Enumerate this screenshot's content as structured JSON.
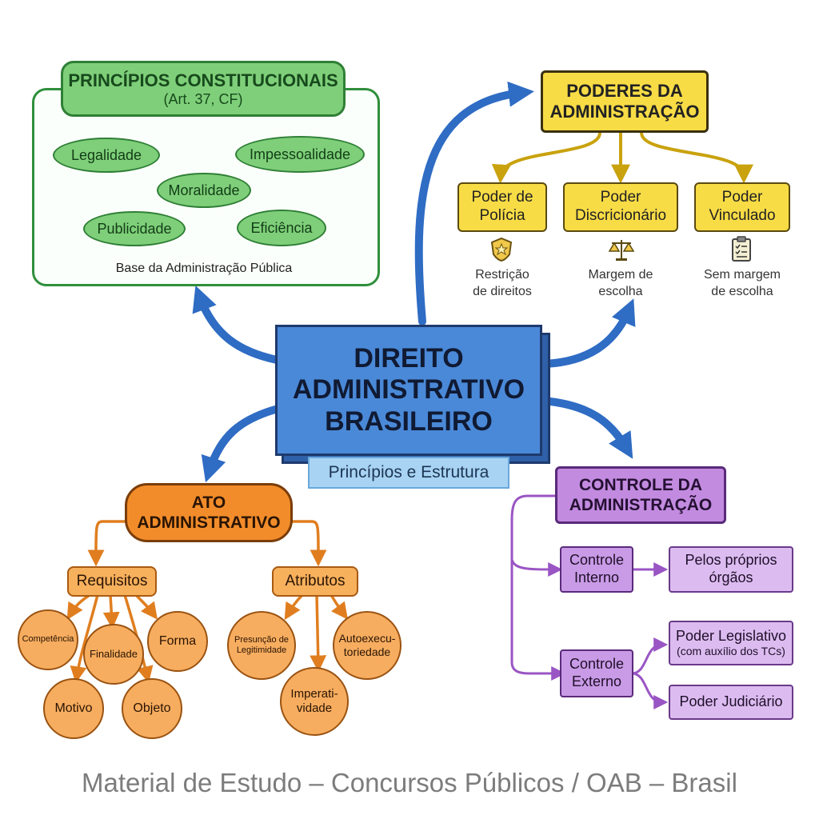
{
  "central": {
    "title_lines": [
      "DIREITO",
      "ADMINISTRATIVO",
      "BRASILEIRO"
    ],
    "subtitle": "Princípios e Estrutura"
  },
  "principios": {
    "title": "PRINCÍPIOS CONSTITUCIONAIS",
    "subtitle": "(Art. 37, CF)",
    "items": [
      "Legalidade",
      "Impessoalidade",
      "Moralidade",
      "Publicidade",
      "Eficiência"
    ],
    "caption": "Base da Administração Pública",
    "color": "#7fcf7a"
  },
  "poderes": {
    "title_lines": [
      "PODERES DA",
      "ADMINISTRAÇÃO"
    ],
    "items": [
      {
        "lines": [
          "Poder de",
          "Polícia"
        ],
        "caption_lines": [
          "Restrição",
          "de direitos"
        ],
        "icon": "badge-icon"
      },
      {
        "lines": [
          "Poder",
          "Discricionário"
        ],
        "caption_lines": [
          "Margem de",
          "escolha"
        ],
        "icon": "scales-icon"
      },
      {
        "lines": [
          "Poder",
          "Vinculado"
        ],
        "caption_lines": [
          "Sem margem",
          "de escolha"
        ],
        "icon": "clipboard-icon"
      }
    ],
    "color": "#f8dc46"
  },
  "controle": {
    "title_lines": [
      "CONTROLE DA",
      "ADMINISTRAÇÃO"
    ],
    "interno": {
      "lines": [
        "Controle",
        "Interno"
      ],
      "target_lines": [
        "Pelos próprios",
        "órgãos"
      ]
    },
    "externo": {
      "lines": [
        "Controle",
        "Externo"
      ],
      "legislativo_lines": [
        "Poder Legislativo",
        "(com auxílio dos TCs)"
      ],
      "judiciario": "Poder Judiciário"
    },
    "color": "#c28be0"
  },
  "ato": {
    "title_lines": [
      "ATO",
      "ADMINISTRATIVO"
    ],
    "requisitos": {
      "label": "Requisitos",
      "items": [
        "Competência",
        "Finalidade",
        "Forma",
        "Motivo",
        "Objeto"
      ]
    },
    "atributos": {
      "label": "Atributos",
      "items": [
        {
          "lines": [
            "Presunção de",
            "Legitimidade"
          ]
        },
        {
          "lines": [
            "Autoexecu-",
            "toriedade"
          ]
        },
        {
          "lines": [
            "Imperati-",
            "vidade"
          ]
        }
      ]
    },
    "color": "#f28c2a"
  },
  "footer": "Material de Estudo – Concursos Públicos / OAB – Brasil"
}
